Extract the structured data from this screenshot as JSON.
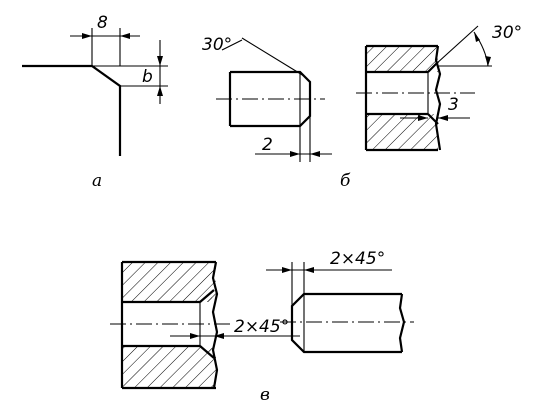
{
  "labels": {
    "a": {
      "caption": "а",
      "dim_width": "8",
      "dim_height": "b"
    },
    "b": {
      "caption": "б",
      "shaft_angle": "30°",
      "shaft_length": "2",
      "hole_angle": "30°",
      "hole_length": "3"
    },
    "v": {
      "caption": "в",
      "hole_chamfer": "2×45°",
      "shaft_chamfer": "2×45°"
    }
  }
}
